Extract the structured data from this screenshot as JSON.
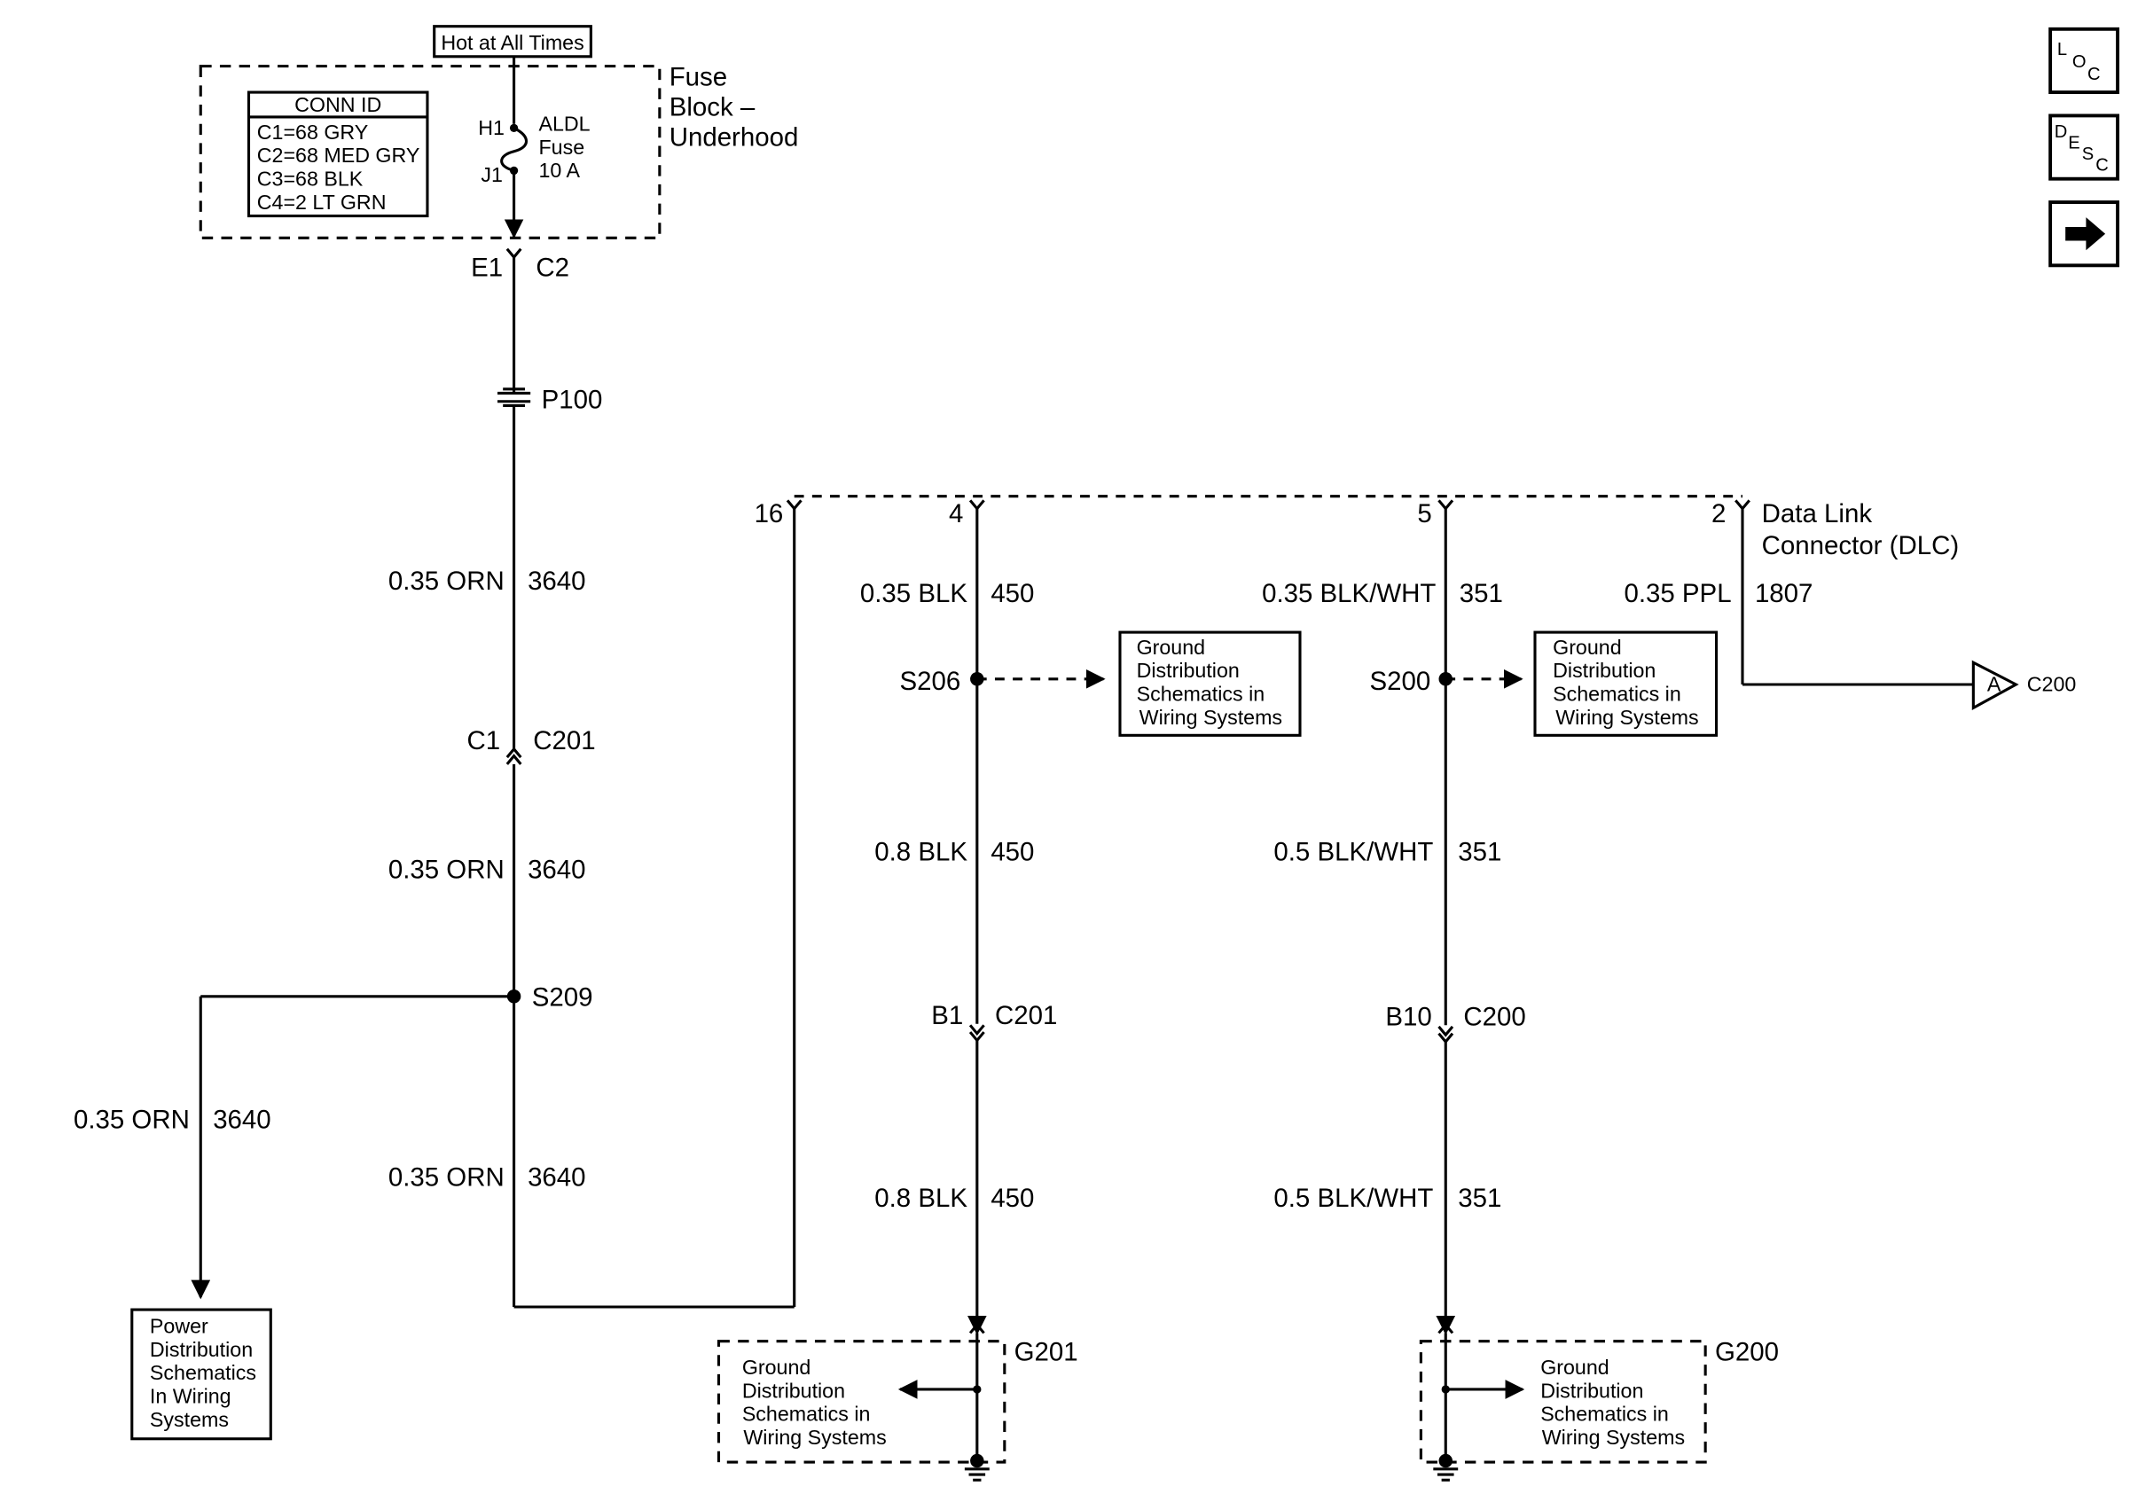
{
  "header": {
    "hot_label": "Hot at All Times"
  },
  "fuse_block": {
    "title_line1": "Fuse",
    "title_line2": "Block –",
    "title_line3": "Underhood",
    "conn_id_title": "CONN ID",
    "conn_ids": [
      "C1=68 GRY",
      "C2=68 MED GRY",
      "C3=68 BLK",
      "C4=2 LT GRN"
    ],
    "fuse_name_line1": "ALDL",
    "fuse_name_line2": "Fuse",
    "fuse_rating": "10 A",
    "pin_in": "H1",
    "pin_out": "J1"
  },
  "connectors": {
    "e1": "E1",
    "c2": "C2",
    "p100": "P100",
    "c1": "C1",
    "c201_left": "C201",
    "b1": "B1",
    "c201_mid": "C201",
    "b10": "B10",
    "c200_right": "C200",
    "c200_offpage": "C200",
    "offpage_letter": "A"
  },
  "splices": {
    "s209": "S209",
    "s206": "S206",
    "s200": "S200"
  },
  "grounds": {
    "g201": "G201",
    "g200": "G200"
  },
  "dlc": {
    "title_line1": "Data Link",
    "title_line2": "Connector (DLC)",
    "pins": [
      "16",
      "4",
      "5",
      "2"
    ]
  },
  "wires": {
    "w1": {
      "gauge_color": "0.35 ORN",
      "circuit": "3640"
    },
    "w2": {
      "gauge_color": "0.35 ORN",
      "circuit": "3640"
    },
    "w3": {
      "gauge_color": "0.35 ORN",
      "circuit": "3640"
    },
    "w4": {
      "gauge_color": "0.35 ORN",
      "circuit": "3640"
    },
    "w5": {
      "gauge_color": "0.35 BLK",
      "circuit": "450"
    },
    "w6": {
      "gauge_color": "0.8 BLK",
      "circuit": "450"
    },
    "w7": {
      "gauge_color": "0.8 BLK",
      "circuit": "450"
    },
    "w8": {
      "gauge_color": "0.35 BLK/WHT",
      "circuit": "351"
    },
    "w9": {
      "gauge_color": "0.5 BLK/WHT",
      "circuit": "351"
    },
    "w10": {
      "gauge_color": "0.5 BLK/WHT",
      "circuit": "351"
    },
    "w11": {
      "gauge_color": "0.35 PPL",
      "circuit": "1807"
    }
  },
  "refs": {
    "power_dist": [
      "Power",
      "Distribution",
      "Schematics",
      "In Wiring",
      "Systems"
    ],
    "ground_dist": [
      "Ground",
      "Distribution",
      "Schematics in",
      "Wiring Systems"
    ]
  },
  "nav": {
    "loc_letters": [
      "L",
      "O",
      "C"
    ],
    "desc_letters": [
      "D",
      "E",
      "S",
      "C"
    ],
    "next_icon": "right-arrow-icon"
  }
}
